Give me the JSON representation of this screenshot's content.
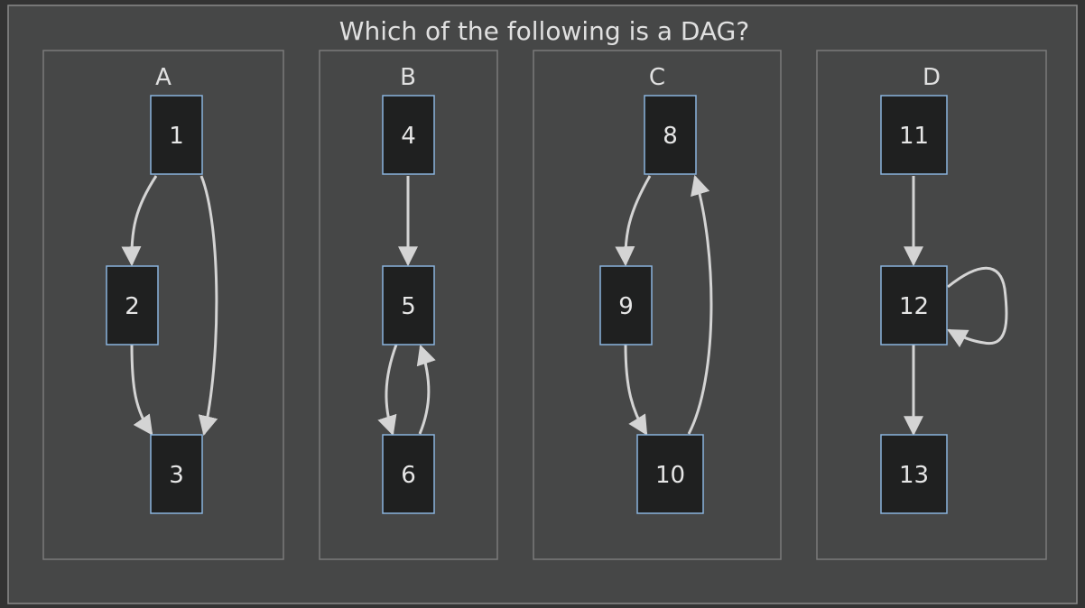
{
  "title": "Which of the following is a DAG?",
  "colors": {
    "background": "#333333",
    "frame": "#464747",
    "node_fill": "#1f2020",
    "node_border": "#8ab4de",
    "edge": "#d4d4d4",
    "text": "#e0e0e0"
  },
  "panels": [
    {
      "label": "A",
      "nodes": [
        "1",
        "2",
        "3"
      ],
      "edges": [
        [
          "1",
          "2"
        ],
        [
          "1",
          "3"
        ],
        [
          "2",
          "3"
        ]
      ]
    },
    {
      "label": "B",
      "nodes": [
        "4",
        "5",
        "6"
      ],
      "edges": [
        [
          "4",
          "5"
        ],
        [
          "5",
          "6"
        ],
        [
          "6",
          "5"
        ]
      ]
    },
    {
      "label": "C",
      "nodes": [
        "8",
        "9",
        "10"
      ],
      "edges": [
        [
          "8",
          "9"
        ],
        [
          "9",
          "10"
        ],
        [
          "10",
          "8"
        ]
      ]
    },
    {
      "label": "D",
      "nodes": [
        "11",
        "12",
        "13"
      ],
      "edges": [
        [
          "11",
          "12"
        ],
        [
          "12",
          "12"
        ],
        [
          "12",
          "13"
        ]
      ]
    }
  ]
}
